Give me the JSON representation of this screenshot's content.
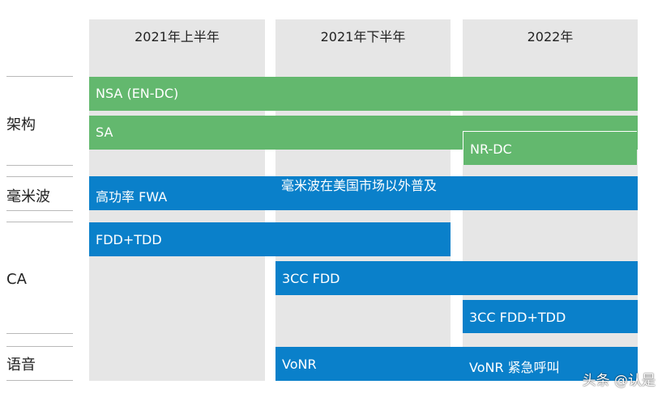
{
  "columns": [
    {
      "label": "2021年上半年"
    },
    {
      "label": "2021年下半年"
    },
    {
      "label": "2022年"
    }
  ],
  "row_labels": {
    "architecture": "架构",
    "mmwave": "毫米波",
    "ca": "CA",
    "voice": "语音"
  },
  "bars": {
    "nsa": "NSA (EN-DC)",
    "sa": "SA",
    "nr_dc": "NR-DC",
    "fwa": "高功率 FWA",
    "mmwave_intl": "毫米波在美国市场以外普及",
    "fdd_tdd": "FDD+TDD",
    "cc3_fdd": "3CC FDD",
    "cc3_fdd_tdd": "3CC FDD+TDD",
    "vonr": "VoNR",
    "vonr_emergency": "VoNR 紧急呼叫"
  },
  "colors": {
    "green": "#63b86e",
    "blue": "#0a80ca",
    "column_bg": "#e6e6e6"
  },
  "watermark": "头条 @认是"
}
